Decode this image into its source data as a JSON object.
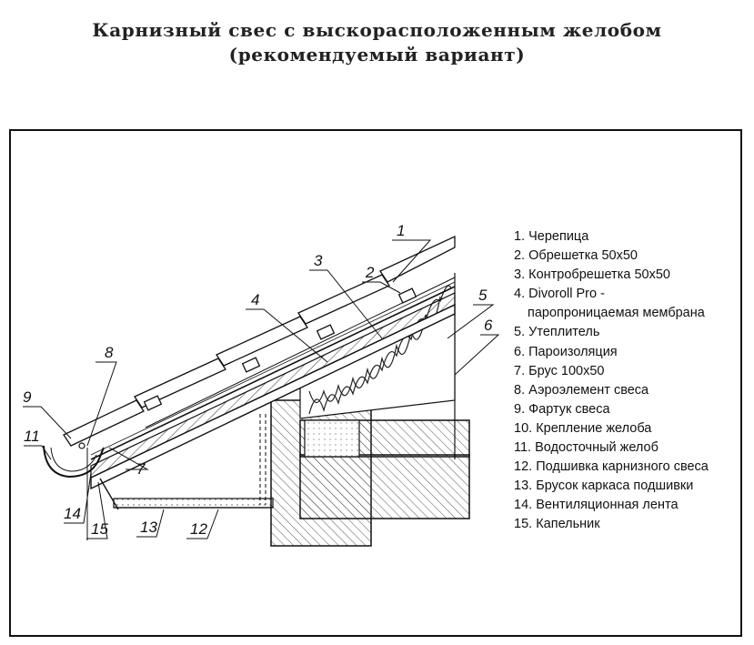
{
  "title": {
    "line1": "Карнизный свес с выскорасположенным желобом",
    "line2": "(рекомендуемый вариант)"
  },
  "legend": [
    {
      "n": "1.",
      "text": "Черепица"
    },
    {
      "n": "2.",
      "text": "Обрешетка 50x50"
    },
    {
      "n": "3.",
      "text": "Контробрешетка 50x50"
    },
    {
      "n": "4.",
      "text": "Divoroll Pro -"
    },
    {
      "n": "",
      "text": "паропроницаемая мембрана"
    },
    {
      "n": "5.",
      "text": "Утеплитель"
    },
    {
      "n": "6.",
      "text": "Пароизоляция"
    },
    {
      "n": "7.",
      "text": "Брус 100x50"
    },
    {
      "n": "8.",
      "text": "Аэроэлемент свеса"
    },
    {
      "n": "9.",
      "text": "Фартук свеса"
    },
    {
      "n": "10.",
      "text": "Крепление желоба"
    },
    {
      "n": "11.",
      "text": "Водосточный желоб"
    },
    {
      "n": "12.",
      "text": "Подшивка карнизного свеса"
    },
    {
      "n": "13.",
      "text": "Брусок каркаса подшивки"
    },
    {
      "n": "14.",
      "text": "Вентиляционная лента"
    },
    {
      "n": "15.",
      "text": "Капельник"
    }
  ],
  "callouts": [
    "1",
    "2",
    "3",
    "4",
    "5",
    "6",
    "7",
    "8",
    "9",
    "11",
    "14",
    "15",
    "13",
    "12"
  ]
}
